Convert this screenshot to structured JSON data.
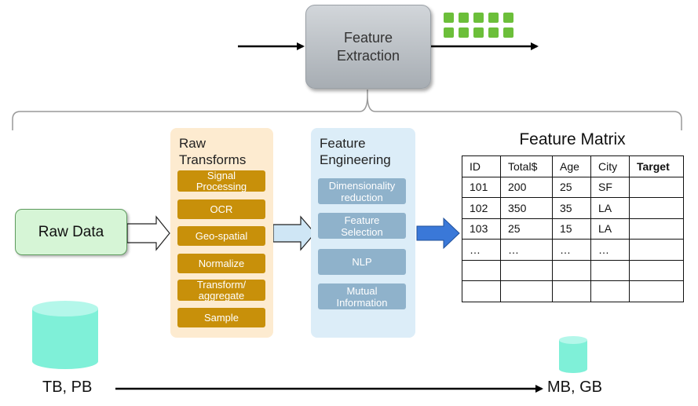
{
  "feature_extraction": {
    "line1": "Feature",
    "line2": "Extraction"
  },
  "raw_data": {
    "label": "Raw Data"
  },
  "raw_transforms": {
    "title_line1": "Raw",
    "title_line2": "Transforms",
    "items": [
      {
        "line1": "Signal",
        "line2": "Processing"
      },
      {
        "line1": "OCR",
        "line2": ""
      },
      {
        "line1": "Geo-spatial",
        "line2": ""
      },
      {
        "line1": "Normalize",
        "line2": ""
      },
      {
        "line1": "Transform/",
        "line2": "aggregate"
      },
      {
        "line1": "Sample",
        "line2": ""
      }
    ]
  },
  "feature_engineering": {
    "title_line1": "Feature",
    "title_line2": "Engineering",
    "items": [
      {
        "line1": "Dimensionality",
        "line2": "reduction"
      },
      {
        "line1": "Feature",
        "line2": "Selection"
      },
      {
        "line1": "NLP",
        "line2": ""
      },
      {
        "line1": "Mutual",
        "line2": "Information"
      }
    ]
  },
  "feature_matrix": {
    "title": "Feature Matrix",
    "headers": [
      "ID",
      "Total$",
      "Age",
      "City",
      "Target"
    ],
    "rows": [
      [
        "101",
        "200",
        "25",
        "SF",
        ""
      ],
      [
        "102",
        "350",
        "35",
        "LA",
        ""
      ],
      [
        "103",
        "25",
        "15",
        "LA",
        ""
      ],
      [
        "…",
        "…",
        "…",
        "…",
        ""
      ],
      [
        "",
        "",
        "",
        "",
        ""
      ],
      [
        "",
        "",
        "",
        "",
        ""
      ]
    ]
  },
  "scale": {
    "left_label": "TB, PB",
    "right_label": "MB, GB"
  },
  "colors": {
    "feature_icon_green": "#6cbf3a",
    "cylinder_teal": "#7ff0d8",
    "transform_orange": "#c8900a",
    "engineering_blue": "#8fb2cb",
    "arrow_blue": "#3a78d8"
  }
}
